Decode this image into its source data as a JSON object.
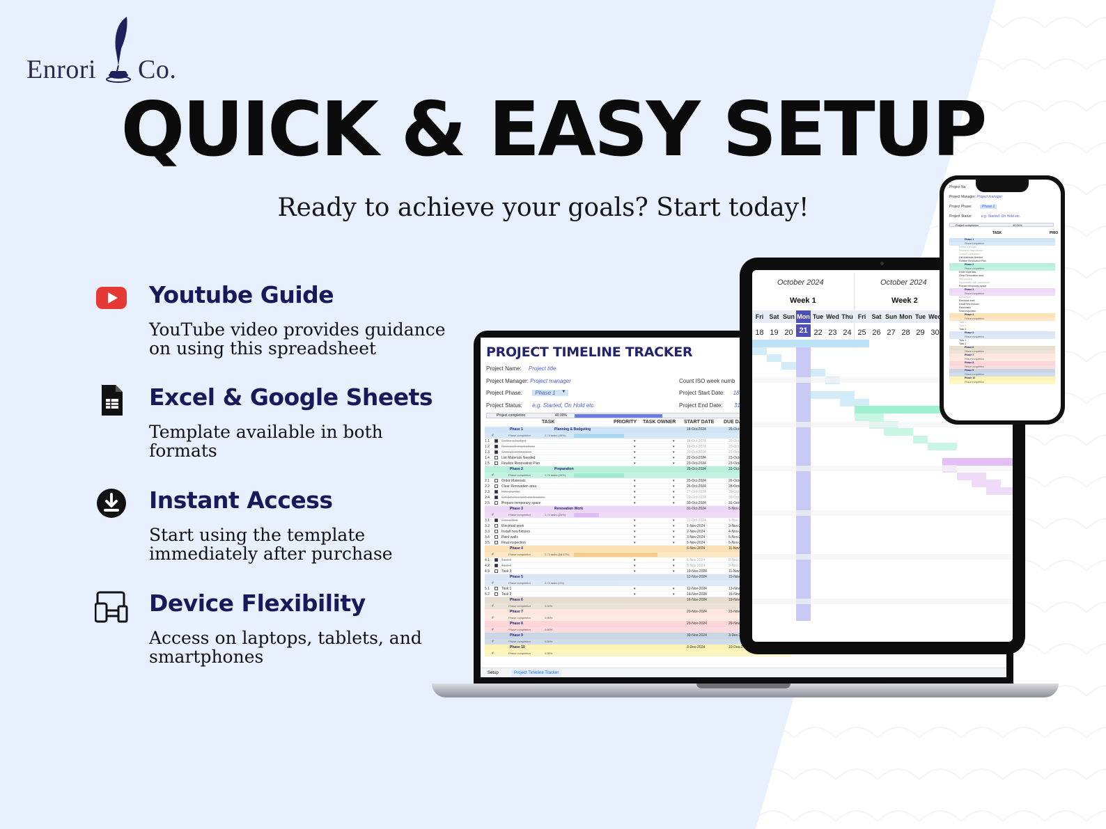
{
  "brand": {
    "name_left": "Enrori",
    "name_right": "Co.",
    "icon": "quill-inkwell-icon"
  },
  "hero": {
    "title": "QUICK & EASY SETUP",
    "subtitle": "Ready to achieve your goals? Start today!"
  },
  "features": [
    {
      "icon": "youtube-play-icon",
      "title": "Youtube Guide",
      "desc": "YouTube video provides guidance on using this spreadsheet"
    },
    {
      "icon": "spreadsheet-file-icon",
      "title": "Excel & Google Sheets",
      "desc": "Template available in both formats"
    },
    {
      "icon": "download-icon",
      "title": "Instant Access",
      "desc": "Start using the template immediately after purchase"
    },
    {
      "icon": "devices-icon",
      "title": "Device Flexibility",
      "desc": "Access on laptops, tablets, and smartphones"
    }
  ],
  "colors": {
    "background": "#e8f0fd",
    "heading_navy": "#18185a",
    "youtube_red": "#e53935",
    "phase1": "#cfe5f7",
    "phase2": "#b9f0dc",
    "phase3": "#ecd7f7",
    "phase4": "#fde2b8",
    "today_column": "#b7b7f2"
  },
  "sheet": {
    "title": "PROJECT TIMELINE TRACKER",
    "fields": {
      "project_name_label": "Project Name:",
      "project_name_value": "Project title",
      "project_manager_label": "Project Manager:",
      "project_manager_value": "Project manager",
      "project_phase_label": "Project Phase:",
      "project_phase_value": "Phase 1",
      "project_status_label": "Project Status:",
      "project_status_value": "e.g. Started, On Hold etc.",
      "count_iso_label": "Count ISO week numb",
      "start_date_label": "Project Start Date:",
      "start_date_value": "18",
      "end_date_label": "Project End Date:",
      "end_date_value": "31"
    },
    "completion_label": "Project completion",
    "completion_value": "40.00%",
    "completion_fraction": 0.4,
    "columns": [
      "TASK",
      "PRIORITY",
      "TASK OWNER",
      "START DATE",
      "DUE DA"
    ],
    "rows": [
      {
        "type": "phase",
        "num": "",
        "label": "Phase 1",
        "section": "Planning & Budgeting",
        "start": "18-Oct-2024",
        "due": "25-Oct-2",
        "color": "#cfe5f7"
      },
      {
        "type": "completion",
        "label": "Phase completion",
        "value": "2 / 5 tasks (40%)",
        "fraction": 0.4,
        "bar": "#9cd4ee"
      },
      {
        "type": "task",
        "num": "1.1",
        "label": "Define a budget",
        "done": true,
        "start": "18-Oct-2024",
        "due": "20-Oct-2"
      },
      {
        "type": "task",
        "num": "1.2",
        "label": "Research inspirations",
        "done": true,
        "start": "19-Oct-2024",
        "due": "20-Oct-2"
      },
      {
        "type": "task",
        "num": "1.3",
        "label": "Consult contractors",
        "done": true,
        "start": "20-Oct-2024",
        "due": "21-Oct-2"
      },
      {
        "type": "task",
        "num": "1.4",
        "label": "List Materials Needed",
        "done": false,
        "start": "22-Oct-2024",
        "due": "23-Oct-2"
      },
      {
        "type": "task",
        "num": "1.5",
        "label": "Finalize Renovation Plan",
        "done": false,
        "start": "23-Oct-2024",
        "due": "23-Oct-2"
      },
      {
        "type": "phase",
        "num": "",
        "label": "Phase 2",
        "section": "Preparation",
        "start": "25-Oct-2024",
        "due": "31-Oct-2",
        "color": "#b9f0dc"
      },
      {
        "type": "completion",
        "label": "Phase completion",
        "value": "2 / 5 tasks (40%)",
        "fraction": 0.4,
        "bar": "#8fe6c4"
      },
      {
        "type": "task",
        "num": "2.1",
        "label": "Order Materials",
        "done": false,
        "start": "25-Oct-2024",
        "due": "26-Oct-2"
      },
      {
        "type": "task",
        "num": "2.2",
        "label": "Clear Renovation area",
        "done": false,
        "start": "26-Oct-2024",
        "due": "28-Oct-2"
      },
      {
        "type": "task",
        "num": "2.3",
        "label": "Hire plumbs",
        "done": true,
        "start": "27-Oct-2024",
        "due": "29-Oct-2"
      },
      {
        "type": "task",
        "num": "2.4",
        "label": "Set timeline with contractors",
        "done": true,
        "start": "29-Oct-2024",
        "due": "30-Oct-2"
      },
      {
        "type": "task",
        "num": "2.5",
        "label": "Prepare temporary space",
        "done": false,
        "start": "30-Oct-2024",
        "due": "31-Oct-2"
      },
      {
        "type": "phase",
        "num": "",
        "label": "Phase 3",
        "section": "Renovation Work",
        "start": "31-Oct-2024",
        "due": "5-Nov-2",
        "color": "#ecd7f7"
      },
      {
        "type": "completion",
        "label": "Phase completion",
        "value": "1 / 5 tasks (20%)",
        "fraction": 0.2,
        "bar": "#d9b3f0"
      },
      {
        "type": "task",
        "num": "3.1",
        "label": "Demolition",
        "done": true,
        "start": "31-Oct-2024",
        "due": "1-Nov-2"
      },
      {
        "type": "task",
        "num": "3.2",
        "label": "Electrical work",
        "done": false,
        "start": "1-Nov-2024",
        "due": "2-Nov-2"
      },
      {
        "type": "task",
        "num": "3.3",
        "label": "Install new fixtures",
        "done": false,
        "start": "2-Nov-2024",
        "due": "4-Nov-2"
      },
      {
        "type": "task",
        "num": "3.4",
        "label": "Paint walls",
        "done": false,
        "start": "3-Nov-2024",
        "due": "5-Nov-2"
      },
      {
        "type": "task",
        "num": "3.5",
        "label": "Final inspection",
        "done": false,
        "start": "5-Nov-2024",
        "due": "5-Nov-2"
      },
      {
        "type": "phase",
        "num": "",
        "label": "Phase 4",
        "section": "",
        "start": "6-Nov-2024",
        "due": "11-Nov-2",
        "color": "#fde2b8"
      },
      {
        "type": "completion",
        "label": "Phase completion",
        "value": "2 / 3 tasks (66.67%)",
        "fraction": 0.667,
        "bar": "#f6c27a"
      },
      {
        "type": "task",
        "num": "4.1",
        "label": "Task 1",
        "done": true,
        "start": "6-Nov-2024",
        "due": "8-Nov-2"
      },
      {
        "type": "task",
        "num": "4.2",
        "label": "Task 2",
        "done": true,
        "start": "8-Nov-2024",
        "due": "9-Nov-2"
      },
      {
        "type": "task",
        "num": "4.3",
        "label": "Task 3",
        "done": false,
        "start": "10-Nov-2024",
        "due": "11-Nov-2"
      },
      {
        "type": "phase",
        "num": "",
        "label": "Phase 5",
        "section": "",
        "start": "12-Nov-2024",
        "due": "15-Nov-2",
        "color": "#d8e6f6"
      },
      {
        "type": "completion",
        "label": "Phase completion",
        "value": "0 / 2 tasks (0%)",
        "fraction": 0,
        "bar": "#9cc2ea"
      },
      {
        "type": "task",
        "num": "5.1",
        "label": "Task 1",
        "done": false,
        "start": "12-Nov-2024",
        "due": "13-Nov-2"
      },
      {
        "type": "task",
        "num": "5.2",
        "label": "Task 2",
        "done": false,
        "start": "14-Nov-2024",
        "due": "15-Nov-2"
      },
      {
        "type": "phase",
        "num": "",
        "label": "Phase 6",
        "section": "",
        "start": "16-Nov-2024",
        "due": "19-Nov-2",
        "color": "#e7ddce"
      },
      {
        "type": "completion",
        "label": "Phase completion",
        "value": "0.00%",
        "fraction": 0,
        "bar": "#cdb999"
      },
      {
        "type": "phase",
        "num": "",
        "label": "Phase 7",
        "section": "",
        "start": "20-Nov-2024",
        "due": "23-Nov-2",
        "color": "#fde7dc"
      },
      {
        "type": "completion",
        "label": "Phase completion",
        "value": "0.00%",
        "fraction": 0,
        "bar": "#f5b9a0"
      },
      {
        "type": "phase",
        "num": "",
        "label": "Phase 8",
        "section": "",
        "start": "23-Nov-2024",
        "due": "29-Nov-2",
        "color": "#fbd5d8"
      },
      {
        "type": "completion",
        "label": "Phase completion",
        "value": "0.00%",
        "fraction": 0,
        "bar": "#f29aa3"
      },
      {
        "type": "phase",
        "num": "",
        "label": "Phase 9",
        "section": "",
        "start": "30-Nov-2024",
        "due": "3-Dec-2",
        "color": "#c9d6e6"
      },
      {
        "type": "completion",
        "label": "Phase completion",
        "value": "0.00%",
        "fraction": 0,
        "bar": "#93a9c7"
      },
      {
        "type": "phase",
        "num": "",
        "label": "Phase 10",
        "section": "",
        "start": "3-Dec-2024",
        "due": "10-Dec-2",
        "color": "#fdf3b6"
      },
      {
        "type": "completion",
        "label": "Phase completion",
        "value": "0.00%",
        "fraction": 0,
        "bar": "#f3e06a"
      }
    ],
    "sheet_tabs": [
      "Setup",
      "Project Timeline Tracker"
    ]
  },
  "calendar": {
    "months": [
      "October 2024",
      "October 2024"
    ],
    "weeks": [
      "Week 1",
      "Week 2"
    ],
    "days": [
      "Fri",
      "Sat",
      "Sun",
      "Mon",
      "Tue",
      "Wed",
      "Thu",
      "Fri",
      "Sat",
      "Sun",
      "Mon",
      "Tue",
      "Wed"
    ],
    "dates": [
      "18",
      "19",
      "20",
      "21",
      "22",
      "23",
      "24",
      "25",
      "26",
      "27",
      "28",
      "29",
      "30"
    ],
    "today_index": 3
  },
  "phone": {
    "project_name_label": "Project Na",
    "project_manager_label": "Project Manager:",
    "project_manager_value": "Project manager",
    "project_phase_label": "Project Phase:",
    "project_phase_value": "Phase 1",
    "project_status_label": "Project Status:",
    "project_status_value": "e.g. Started, On Hold etc.",
    "completion_label": "Project completion",
    "completion_value": "40.00%",
    "task_header": "TASK",
    "priority_header": "PRIO"
  }
}
